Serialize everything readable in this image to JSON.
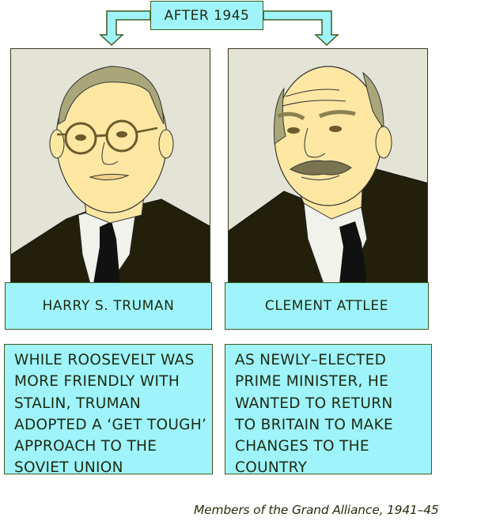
{
  "header": {
    "label": "AFTER 1945"
  },
  "figures": [
    {
      "name": "HARRY S. TRUMAN",
      "portrait_icon": "truman-portrait",
      "description_lines": [
        "WHILE ROOSEVELT WAS",
        "MORE FRIENDLY WITH",
        "STALIN, TRUMAN",
        "ADOPTED A ‘GET TOUGH’",
        "APPROACH TO THE",
        "SOVIET UNION"
      ]
    },
    {
      "name": "CLEMENT ATTLEE",
      "portrait_icon": "attlee-portrait",
      "description_lines": [
        "AS NEWLY–ELECTED",
        "PRIME MINISTER, HE",
        "WANTED TO RETURN",
        "TO BRITAIN TO MAKE",
        "CHANGES TO THE",
        "COUNTRY"
      ]
    }
  ],
  "caption": "Members of the Grand Alliance, 1941–45",
  "colors": {
    "box_fill": "#9ef4fa",
    "box_border": "#3f5a1e",
    "portrait_bg": "#e3e3d6",
    "skin": "#fde7a2",
    "hair": "#a9a77a",
    "suit": "#22200a",
    "text": "#1f2a12"
  }
}
